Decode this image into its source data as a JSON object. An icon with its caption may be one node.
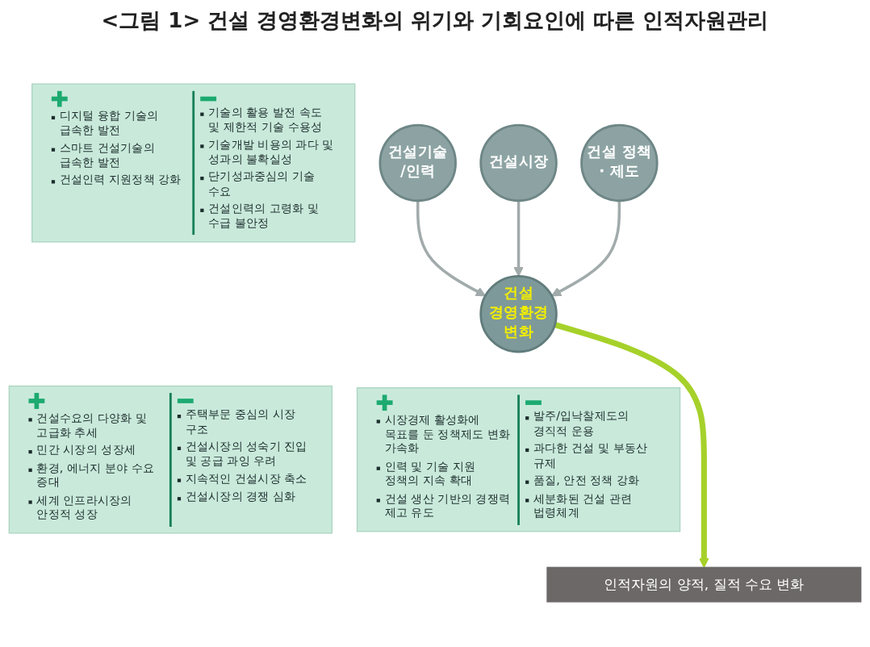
{
  "diagram": {
    "title": "<그림 1> 건설 경영환경변화의 위기와 기회요인에 따른 인적자원관리",
    "nodes": [
      {
        "text": [
          "디지털 융합 기술의 급속한 발전",
          "스마트 건설기술의 급속한 발전",
          "건설인력 지원정책 강화",
          "기술의 활용 발전 속도 및 제한적 기술 수용성",
          "기술개발 비용의 과다 및 성과의 불확실성",
          "단기성과중심의 기술 수요",
          "건설인력의 고령화 및 수급 불안정"
        ]
      },
      {
        "text": [
          "건설기술 /인력"
        ]
      },
      {
        "text": [
          "건설수요의 다양화 및 고급화 추세",
          "민간 시장의 성장세",
          "환경, 에너지 분야 수요 증대",
          "세계 인프라시장의 안정적 성장",
          "주택부문 중심의 시장 구조",
          "건설시장의 성숙기 진입 및 공급 과잉 우려",
          "지속적인 건설시장 축소",
          "건설시장의 경쟁 심화"
        ]
      },
      {
        "text": [
          "시장경제 활성화에 목표를 둔 정책제도 변화 가속화",
          "인력 및 기술 지원 정책의 지속 확대",
          "건설 생산 기반의 경쟁력 제고 유도",
          "발주/입낙찰제도의 경직적 운용",
          "과다한 건설 및 부동산 규제",
          "품질, 안전 정책 강화",
          "세분화된 건설 관련 법령체계"
        ]
      },
      {
        "text": [
          "건설 경영환경 변화"
        ]
      },
      {
        "text": [
          "건설시장"
        ]
      },
      {
        "text": [
          "건설 정책 · 제도"
        ]
      },
      {
        "text": [
          "인적자원의 양적, 질적 수요 변화"
        ]
      }
    ],
    "edges": [
      {
        "from": 1,
        "to": 4,
        "arrow": "to"
      },
      {
        "from": 5,
        "to": 4,
        "arrow": "to"
      },
      {
        "from": 6,
        "to": 4,
        "arrow": "to"
      },
      {
        "from": 4,
        "to": 7,
        "arrow": "to",
        "style": "thick",
        "color": "#a6d12a"
      }
    ]
  }
}
